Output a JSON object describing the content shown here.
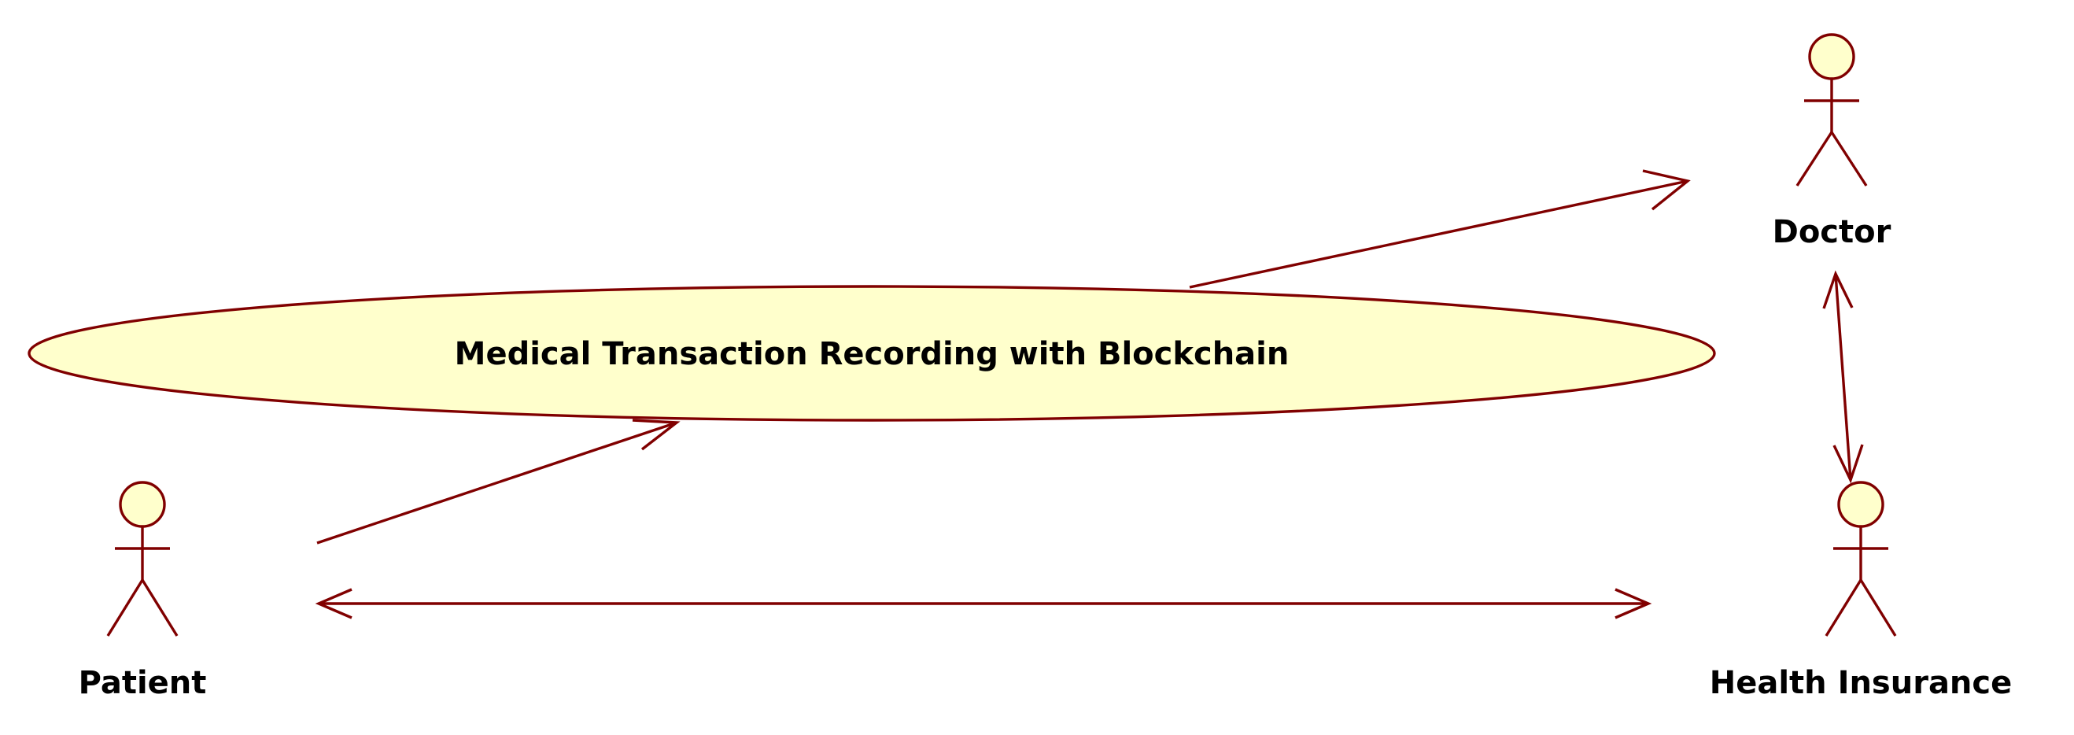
{
  "diagram": {
    "type": "use-case",
    "colors": {
      "line": "#800000",
      "fill": "#ffffcc",
      "text": "#000000",
      "background": "#ffffff"
    },
    "use_cases": [
      {
        "id": "uc1",
        "label": "Medical Transaction Recording with Blockchain"
      }
    ],
    "actors": [
      {
        "id": "doctor",
        "label": "Doctor"
      },
      {
        "id": "patient",
        "label": "Patient"
      },
      {
        "id": "insurance",
        "label": "Health Insurance"
      }
    ],
    "associations": [
      {
        "from": "patient",
        "to": "uc1",
        "arrow": "open-end"
      },
      {
        "from": "uc1",
        "to": "doctor",
        "arrow": "open-end"
      },
      {
        "from": "patient",
        "to": "insurance",
        "arrow": "both-ends"
      },
      {
        "from": "doctor",
        "to": "insurance",
        "arrow": "both-ends"
      }
    ]
  }
}
